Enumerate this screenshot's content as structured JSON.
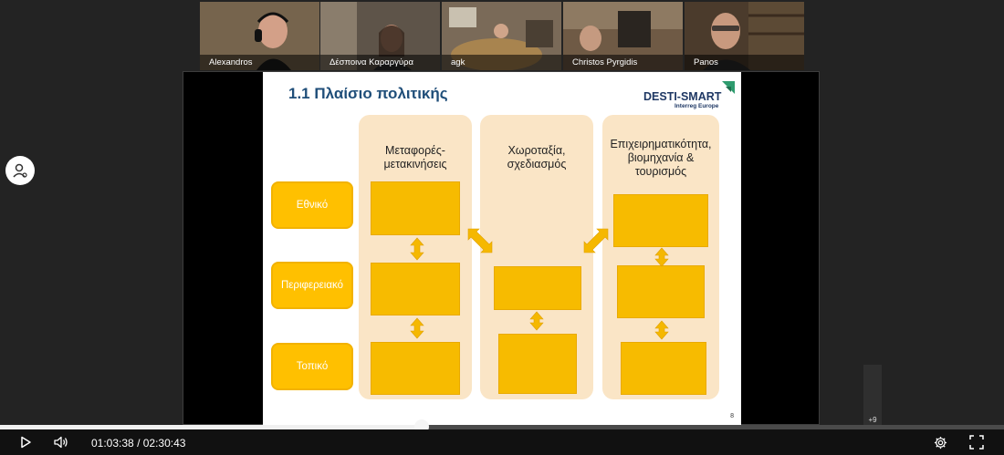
{
  "participants": [
    {
      "name": "Alexandros"
    },
    {
      "name": "Δέσποινα Καραργύρα"
    },
    {
      "name": "agk"
    },
    {
      "name": "Christos Pyrgidis"
    },
    {
      "name": "Panos"
    }
  ],
  "slide": {
    "title": "1.1 Πλαίσιο πολιτικής",
    "logo": {
      "main": "DESTI-SMART",
      "sub": "Interreg Europe"
    },
    "levels": [
      "Εθνικό",
      "Περιφερειακό",
      "Τοπικό"
    ],
    "columns": [
      {
        "heading": "Μεταφορές-\nμετακινήσεις"
      },
      {
        "heading": "Χωροταξία,\nσχεδιασμός"
      },
      {
        "heading": "Επιχειρηματικότητα,\nβιομηχανία &\nτουρισμός"
      }
    ],
    "cells": {
      "transport_national": "",
      "transport_regional": "",
      "transport_local": "",
      "planning_regional": "",
      "planning_local": "",
      "business_national": "",
      "business_regional": "",
      "business_local": ""
    },
    "page_number": "8"
  },
  "overflow_participants": "+9",
  "player": {
    "current_time": "01:03:38",
    "separator": "/",
    "duration": "02:30:43",
    "progress": 0.42
  },
  "icons": {
    "avatar": "person-settings-icon",
    "play": "play-icon",
    "volume": "volume-icon",
    "settings": "gear-icon",
    "fullscreen": "fullscreen-icon"
  },
  "colors": {
    "accent": "#ffc000",
    "column_bg": "#fae5c6",
    "title": "#1f4e79"
  }
}
